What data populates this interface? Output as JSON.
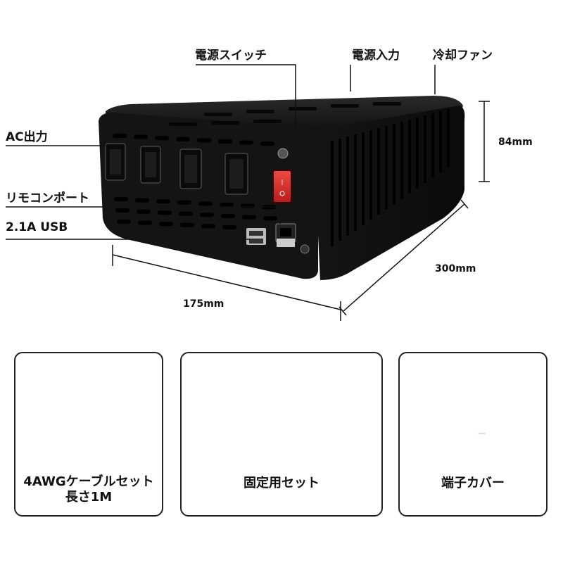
{
  "labels": {
    "power_switch": "電源スイッチ",
    "power_input": "電源入力",
    "cooling_fan": "冷却ファン",
    "ac_output": "AC出力",
    "remote_port": "リモコンポート",
    "usb": "2.1A USB"
  },
  "dimensions": {
    "height": "84mm",
    "length": "300mm",
    "width": "175mm"
  },
  "accessories": [
    {
      "line1": "4AWGケーブルセット",
      "line2": "長さ1M",
      "icon": "cable-set"
    },
    {
      "line1": "固定用セット",
      "icon": "mounting-plates"
    },
    {
      "line1": "端子カバー",
      "icon": "terminal-covers"
    }
  ],
  "terminal_marks": {
    "positive": "+",
    "negative": "−"
  },
  "colors": {
    "device_body": "#141414",
    "switch_red": "#d42a2a",
    "cover_red": "#c8262a",
    "card_border": "#222222"
  }
}
